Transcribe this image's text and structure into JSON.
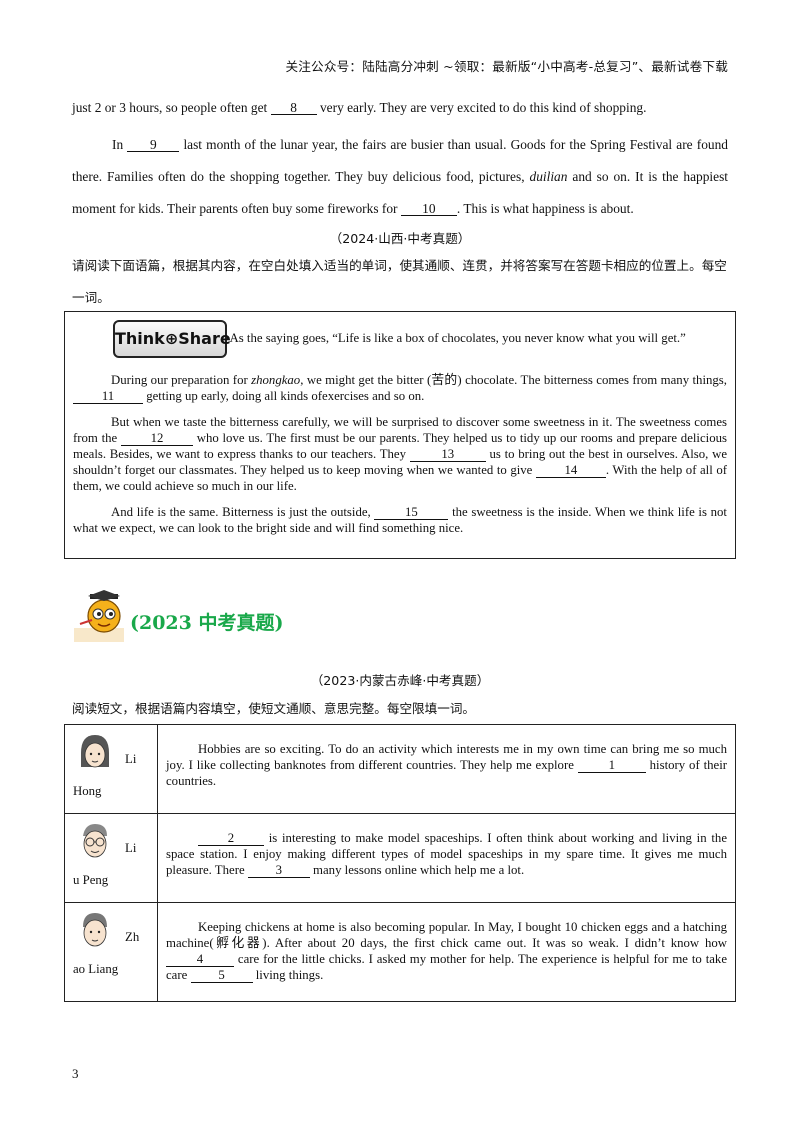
{
  "header": "关注公众号：陆陆高分冲刺 ~领取：最新版“小中高考-总复习”、最新试卷下载",
  "passage_top": {
    "line1_pre": "just 2 or 3 hours, so people often get",
    "blank8": "8",
    "line1_post": "very early. They are very excited to do this kind of shopping.",
    "p2_in": "In",
    "blank9": "9",
    "p2_a": "last month of the lunar year, the fairs are busier than usual. Goods for the Spring Festival are found there. Families often do the shopping together. They buy delicious food, pictures,",
    "p2_duilian": "duilian",
    "p2_b": "and so on. It is the happiest moment for kids. Their parents often buy some fireworks for",
    "blank10": "10",
    "p2_c": ". This is what happiness is about."
  },
  "source_2024": "（2024·山西·中考真题）",
  "instruction_2024": "请阅读下面语篇，根据其内容，在空白处填入适当的单词，使其通顺、连贯，并将答案写在答题卡相应的位置上。每空一词。",
  "think_share": {
    "logo_text": "Think⊕Share",
    "p1": "As the saying goes, “Life is like a box of chocolates, you never know what you will get.”",
    "p2_a": "During our preparation for",
    "p2_zk": "zhongkao",
    "p2_b": ", we might get the bitter (苦的) chocolate. The bitterness comes from many things,",
    "blank11": "11",
    "p2_c": "getting up early, doing all kinds ofexercises and so on.",
    "p3_a": "But when we taste the bitterness carefully, we will be surprised to discover some sweetness in it. The sweetness comes from the",
    "blank12": "12",
    "p3_b": "who love us. The first must be our parents. They helped us to tidy up our rooms and prepare delicious meals. Besides, we want to express thanks to our teachers. They",
    "blank13": "13",
    "p3_c": "us to bring out the best in ourselves. Also, we shouldn’t forget our classmates. They helped us to keep moving when we wanted to give",
    "blank14": "14",
    "p3_d": ". With the help of all of them, we could achieve so much in our life.",
    "p4_a": "And life is the same. Bitterness is just the outside,",
    "blank15": "15",
    "p4_b": "the sweetness is the inside. When we think life is not what we expect, we can look to the bright side and will find something nice."
  },
  "section_title": "(2023 中考真题)",
  "source_2023": "（2023·内蒙古赤峰·中考真题）",
  "instruction_2023": "阅读短文，根据语篇内容填空，使短文通顺、意思完整。每空限填一词。",
  "people": [
    {
      "name_a": "Li",
      "name_b": "Hong",
      "t_a": "Hobbies are so exciting. To do an activity which interests me in my own time can bring me so much joy. I like collecting banknotes from different countries. They help me explore",
      "blank": "1",
      "t_b": "history of their countries."
    },
    {
      "name_a": "Li",
      "name_b": "u Peng",
      "blank": "2",
      "t_a": "is interesting to make model spaceships. I often think about working and living in the space station. I enjoy making different types of model spaceships in my spare time. It gives me much pleasure. There",
      "blank2": "3",
      "t_b": "many lessons online which help me a lot."
    },
    {
      "name_a": "Zh",
      "name_b": "ao Liang",
      "t_a": "Keeping chickens at home is also becoming popular. In May, I bought 10 chicken eggs and a hatching machine(孵化器). After about 20 days, the first chick came out. It was so weak. I didn’t know how",
      "blank": "4",
      "t_b": "care for the little chicks. I asked my mother for help. The experience is helpful for me to take care",
      "blank2": "5",
      "t_c": "living things."
    }
  ],
  "page_number": "3"
}
